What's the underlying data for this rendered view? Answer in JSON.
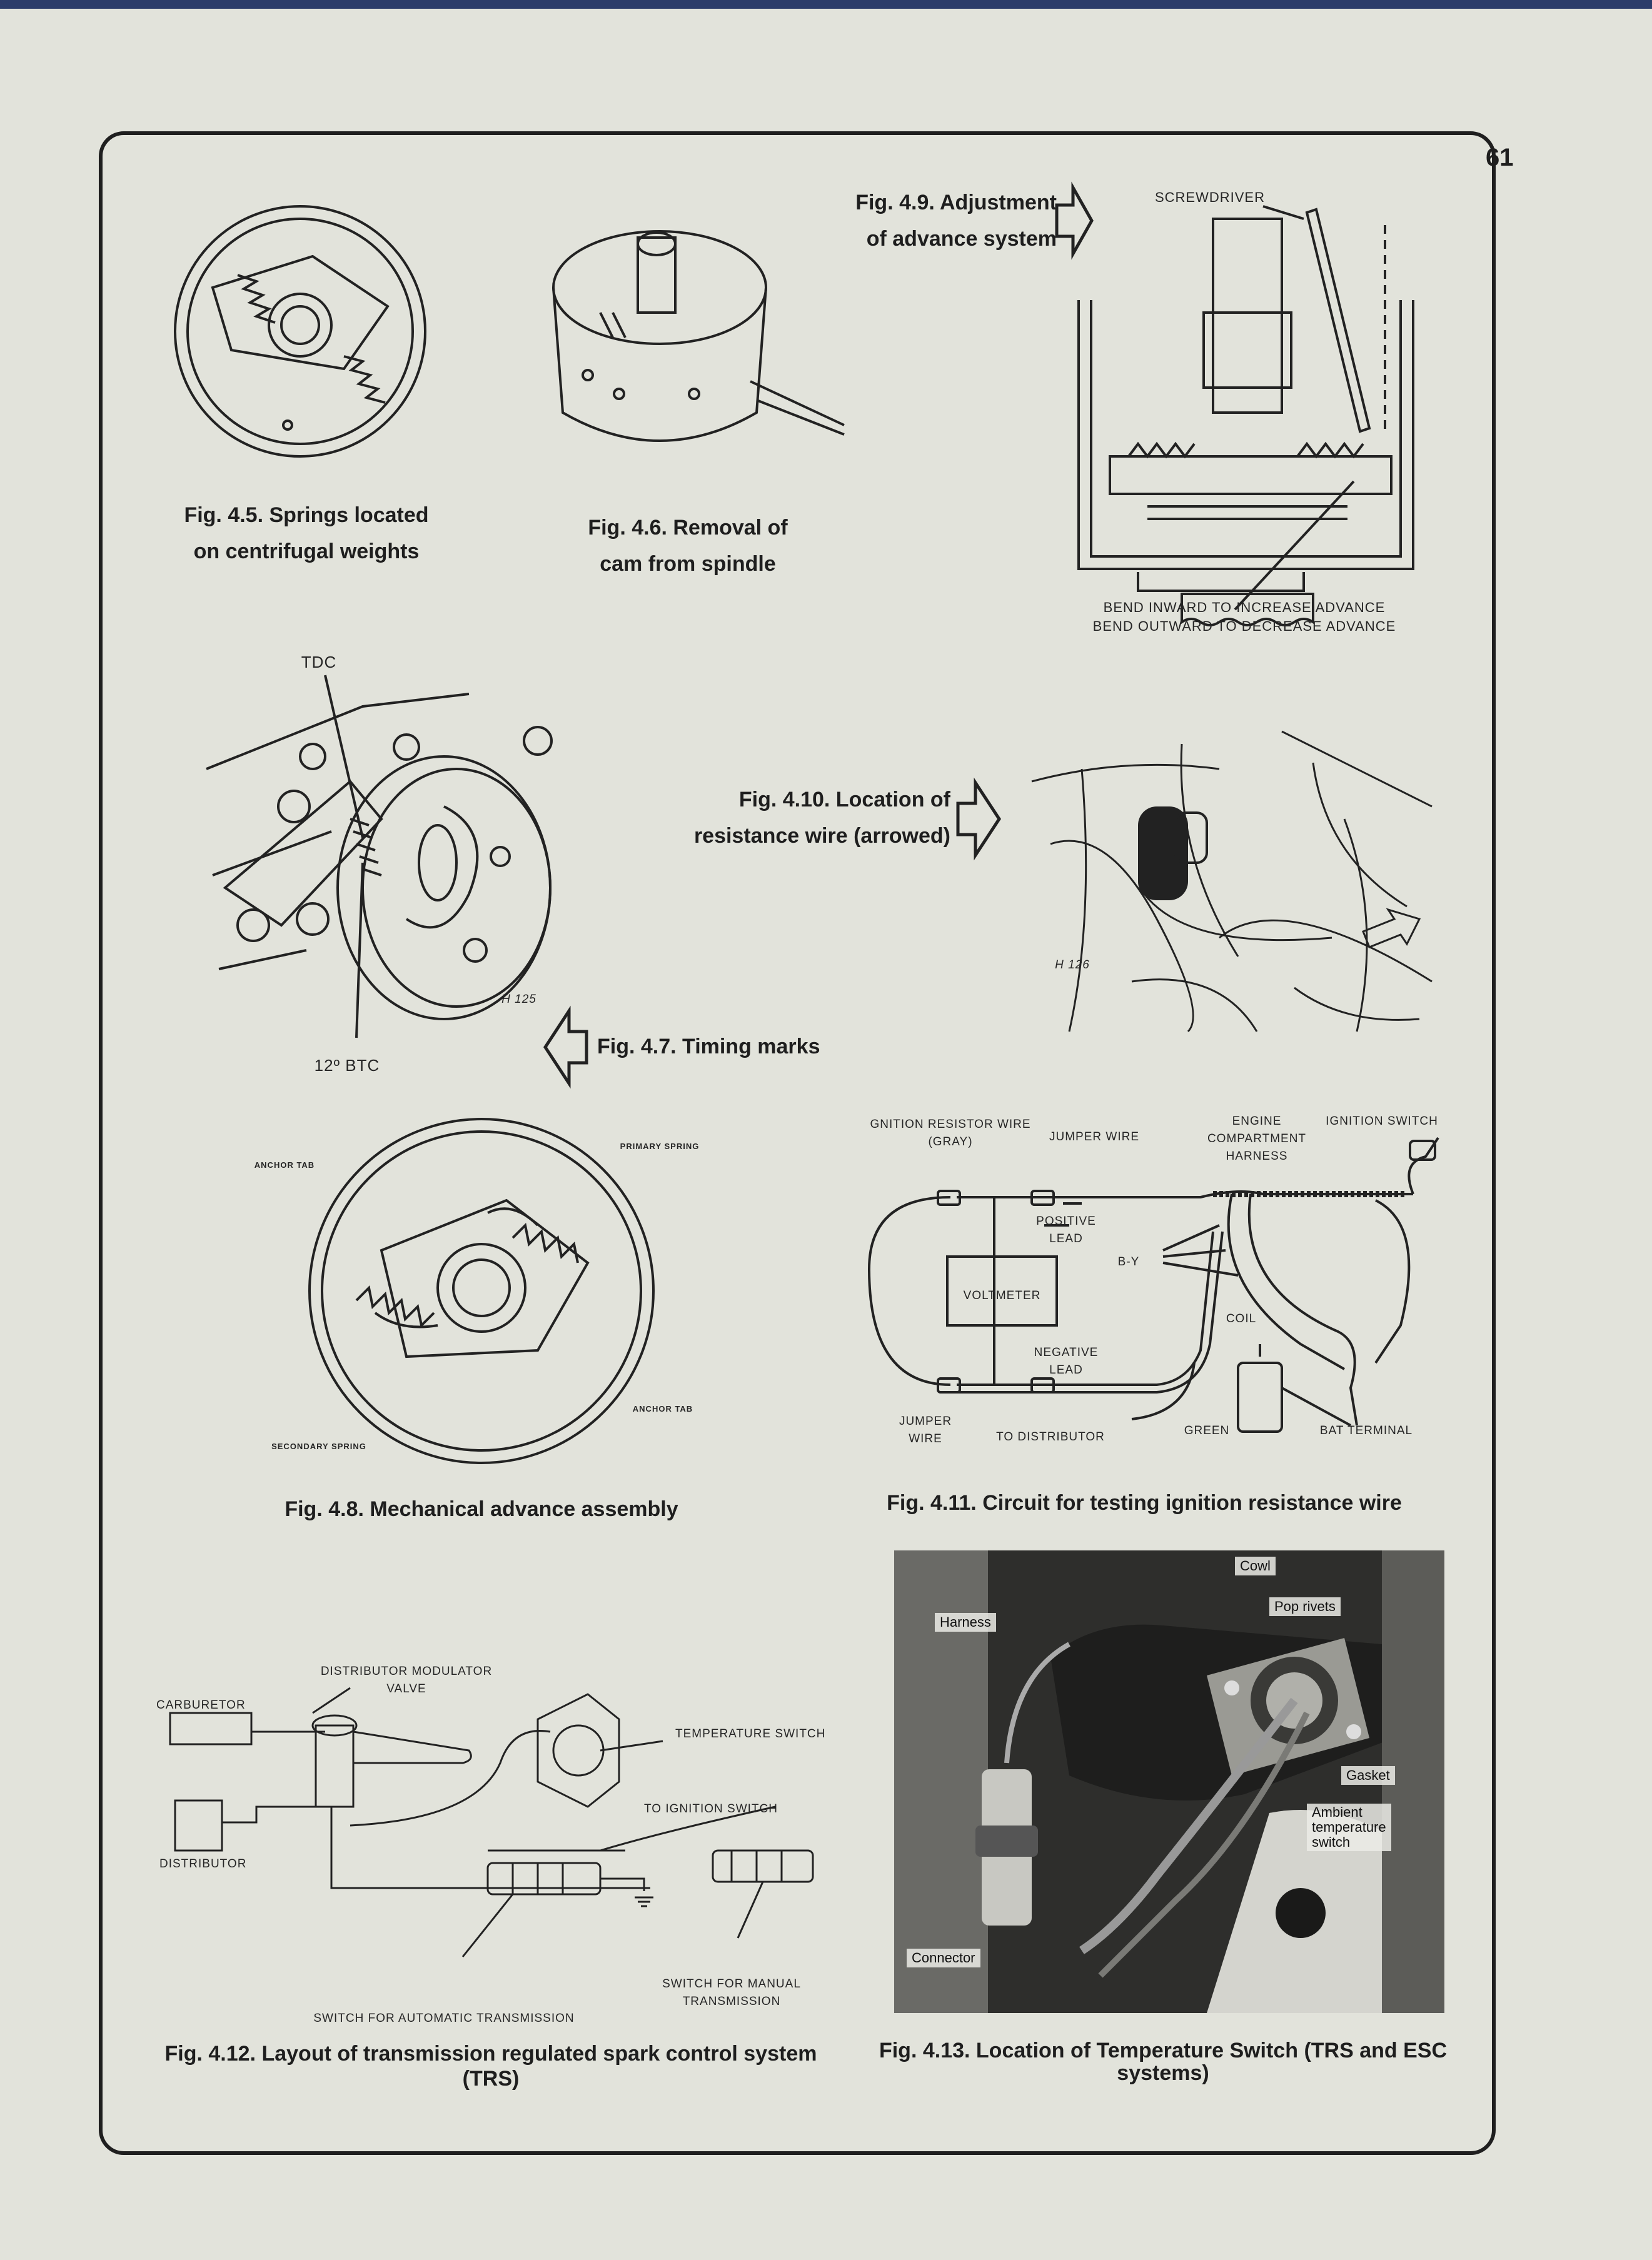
{
  "page_number": "61",
  "figures": {
    "fig45": {
      "caption": [
        "Fig. 4.5. Springs located",
        "on centrifugal weights"
      ]
    },
    "fig46": {
      "caption": [
        "Fig. 4.6. Removal of",
        "cam from spindle"
      ]
    },
    "fig49": {
      "caption": [
        "Fig. 4.9. Adjustment",
        "of advance system"
      ],
      "labels": {
        "screwdriver": "SCREWDRIVER",
        "bend_in": "BEND INWARD TO INCREASE ADVANCE",
        "bend_out": "BEND OUTWARD TO DECREASE ADVANCE"
      }
    },
    "fig47": {
      "caption": "Fig. 4.7. Timing marks",
      "labels": {
        "tdc": "TDC",
        "btc": "12º BTC",
        "code": "H 125"
      }
    },
    "fig410": {
      "caption": [
        "Fig. 4.10. Location of",
        "resistance wire (arrowed)"
      ],
      "labels": {
        "code": "H 126"
      }
    },
    "fig48": {
      "caption": "Fig. 4.8. Mechanical advance assembly",
      "labels": {
        "anchor_tab_left": "ANCHOR TAB",
        "primary_spring": "PRIMARY SPRING",
        "anchor_tab_right": "ANCHOR TAB",
        "secondary_spring": "SECONDARY SPRING"
      }
    },
    "fig411": {
      "caption": "Fig. 4.11. Circuit for testing ignition resistance wire",
      "labels": {
        "resistor_wire": "GNITION RESISTOR WIRE\n(GRAY)",
        "jumper_wire_top": "JUMPER WIRE",
        "engine_harness": "ENGINE\nCOMPARTMENT\nHARNESS",
        "ignition_switch": "IGNITION SWITCH",
        "positive_lead": "POSITIVE\nLEAD",
        "by": "B-Y",
        "voltmeter": "VOLTMETER",
        "coil": "COIL",
        "negative_lead": "NEGATIVE\nLEAD",
        "jumper_wire_bottom": "JUMPER\nWIRE",
        "to_distributor": "TO DISTRIBUTOR",
        "green": "GREEN",
        "bat_terminal": "BAT TERMINAL"
      }
    },
    "fig412": {
      "caption": [
        "Fig. 4.12. Layout of transmission regulated spark control system",
        "(TRS)"
      ],
      "labels": {
        "modulator": "DISTRIBUTOR MODULATOR\nVALVE",
        "carburetor": "CARBURETOR",
        "temp_switch": "TEMPERATURE SWITCH",
        "to_ignition": "TO IGNITION SWITCH",
        "distributor": "DISTRIBUTOR",
        "auto_switch": "SWITCH FOR AUTOMATIC TRANSMISSION",
        "manual_switch": "SWITCH FOR MANUAL\nTRANSMISSION"
      }
    },
    "fig413": {
      "caption": [
        "Fig. 4.13. Location of Temperature Switch (TRS and ESC",
        "systems)"
      ],
      "labels": {
        "cowl": "Cowl",
        "pop_rivets": "Pop rivets",
        "harness": "Harness",
        "gasket": "Gasket",
        "ambient": "Ambient\ntemperature\nswitch",
        "connector": "Connector"
      }
    }
  }
}
